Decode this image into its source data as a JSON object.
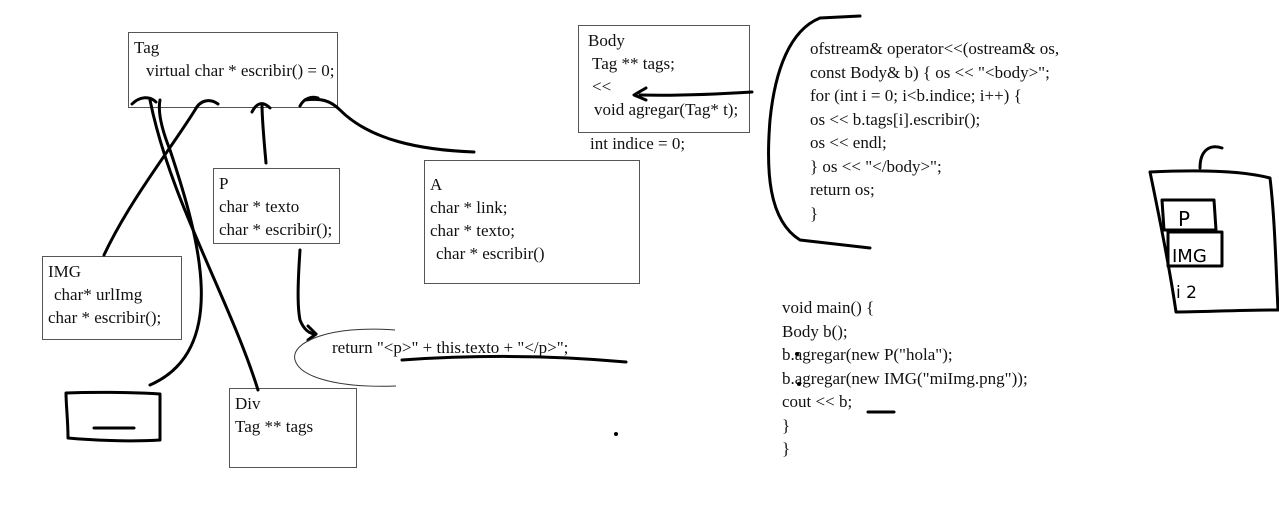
{
  "boxes": {
    "tag": {
      "title": "Tag",
      "members": [
        "virtual char * escribir() = 0;"
      ]
    },
    "body": {
      "title": "Body",
      "members": [
        "Tag ** tags;",
        "<<",
        "void agregar(Tag* t);"
      ]
    },
    "p": {
      "title": "P",
      "members": [
        "char * texto",
        "char * escribir();"
      ]
    },
    "a": {
      "title": "A",
      "members": [
        "char * link;",
        "char * texto;",
        "char * escribir()"
      ]
    },
    "img": {
      "title": "IMG",
      "members": [
        "char* urlImg",
        "char * escribir();"
      ]
    },
    "div": {
      "title": "Div",
      "members": [
        "Tag ** tags"
      ]
    }
  },
  "body_extra": "int indice = 0;",
  "p_return": "return \"<p>\" + this.texto + \"</p>\";",
  "operator_code": [
    "ofstream& operator<<(ostream& os,",
    "const Body& b) {  os << \"<body>\";",
    "      for (int i = 0; i<b.indice; i++) {",
    "         os << b.tags[i].escribir();",
    "         os << endl;",
    "      }   os << \"</body>\";",
    "    return os;",
    "}"
  ],
  "main_code": [
    "void main() {",
    "    Body b();",
    "    b.agregar(new P(\"hola\");",
    "    b.agregar(new IMG(\"miImg.png\"));",
    "    cout << b;",
    "}",
    "}"
  ],
  "sketch_labels": [
    "P",
    "IMG",
    "i 2"
  ]
}
